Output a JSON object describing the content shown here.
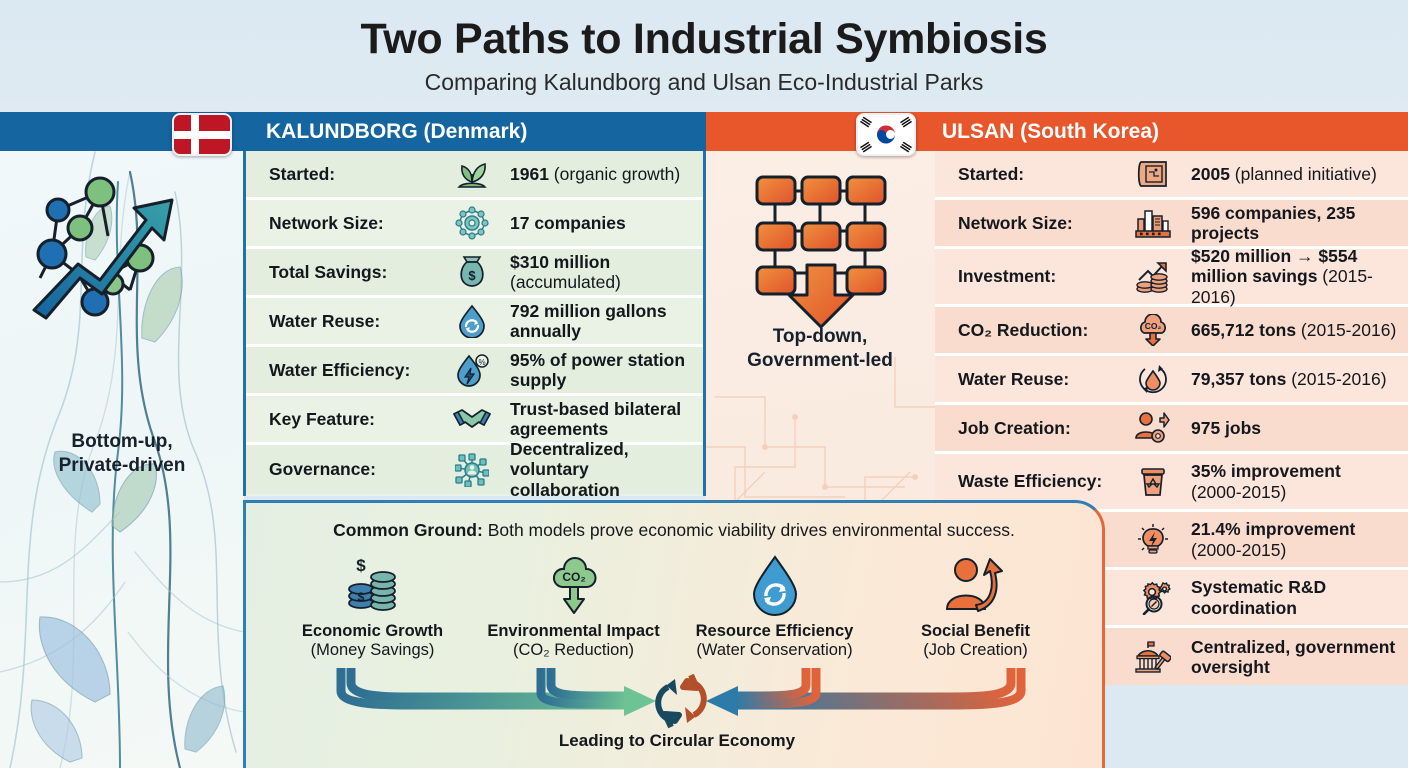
{
  "header": {
    "title": "Two Paths to Industrial Symbiosis",
    "subtitle": "Comparing Kalundborg and Ulsan Eco-Industrial Parks"
  },
  "left_panel": {
    "icon": "network-growth-arrow-icon",
    "caption_line1": "Bottom-up,",
    "caption_line2": "Private-driven"
  },
  "mid_panel": {
    "icon": "hierarchy-down-arrow-icon",
    "caption_line1": "Top-down,",
    "caption_line2": "Government-led"
  },
  "kalundborg": {
    "flag": "denmark-flag-icon",
    "header": "KALUNDBORG (Denmark)",
    "accent": "#1565a0",
    "rows": [
      {
        "label": "Started:",
        "icon": "seedling-icon",
        "value_bold": "1961",
        "value_rest": " (organic growth)"
      },
      {
        "label": "Network Size:",
        "icon": "gear-network-icon",
        "value_bold": "17 companies",
        "value_rest": ""
      },
      {
        "label": "Total Savings:",
        "icon": "money-bag-icon",
        "value_bold": "$310 million",
        "value_rest": " (accumulated)"
      },
      {
        "label": "Water Reuse:",
        "icon": "water-drop-recycle-icon",
        "value_bold": "792 million gallons annually",
        "value_rest": ""
      },
      {
        "label": "Water Efficiency:",
        "icon": "water-drop-energy-icon",
        "value_bold": "95% of power station supply",
        "value_rest": ""
      },
      {
        "label": "Key Feature:",
        "icon": "handshake-icon",
        "value_bold": "Trust-based bilateral agreements",
        "value_rest": ""
      },
      {
        "label": "Governance:",
        "icon": "decentralized-network-icon",
        "value_bold": "Decentralized, voluntary collaboration",
        "value_rest": ""
      }
    ]
  },
  "ulsan": {
    "flag": "south-korea-flag-icon",
    "header": "ULSAN (South Korea)",
    "accent": "#e8562b",
    "rows": [
      {
        "label": "Started:",
        "icon": "blueprint-icon",
        "value_bold": "2005",
        "value_rest": " (planned initiative)"
      },
      {
        "label": "Network Size:",
        "icon": "factory-icon",
        "value_bold": "596 companies, 235 projects",
        "value_rest": ""
      },
      {
        "label": "Investment:",
        "icon": "coins-growth-icon",
        "value_bold": "$520 million → $554 million savings",
        "value_rest": " (2015-2016)"
      },
      {
        "label": "CO₂ Reduction:",
        "icon": "co2-cloud-down-icon",
        "value_bold": "665,712 tons",
        "value_rest": " (2015-2016)"
      },
      {
        "label": "Water Reuse:",
        "icon": "water-drop-cycle-icon",
        "value_bold": "79,357 tons",
        "value_rest": " (2015-2016)"
      },
      {
        "label": "Job Creation:",
        "icon": "worker-gear-up-icon",
        "value_bold": "975 jobs",
        "value_rest": ""
      },
      {
        "label": "Waste Efficiency:",
        "icon": "recycle-bin-icon",
        "value_bold": "35% improvement",
        "value_rest": " (2000-2015)"
      },
      {
        "label": "",
        "icon": "lightbulb-energy-icon",
        "value_bold": "21.4% improvement",
        "value_rest": " (2000-2015)"
      },
      {
        "label": "",
        "icon": "gears-magnifier-icon",
        "value_bold": "Systematic R&D coordination",
        "value_rest": ""
      },
      {
        "label": "",
        "icon": "government-gavel-icon",
        "value_bold": "Centralized, government oversight",
        "value_rest": ""
      }
    ]
  },
  "common_ground": {
    "lead": "Common Ground:",
    "statement": " Both models prove economic viability drives environmental success.",
    "pillars": [
      {
        "icon": "money-coins-icon",
        "title": "Economic Growth",
        "sub": "(Money Savings)"
      },
      {
        "icon": "co2-tree-down-icon",
        "title": "Environmental Impact",
        "sub": "(CO₂ Reduction)"
      },
      {
        "icon": "water-drop-cycle-icon",
        "title": "Resource Efficiency",
        "sub": "(Water Conservation)"
      },
      {
        "icon": "person-growth-icon",
        "title": "Social Benefit",
        "sub": "(Job Creation)"
      }
    ],
    "outcome_label": "Leading to Circular Economy",
    "outcome_icon": "circular-economy-icon"
  }
}
